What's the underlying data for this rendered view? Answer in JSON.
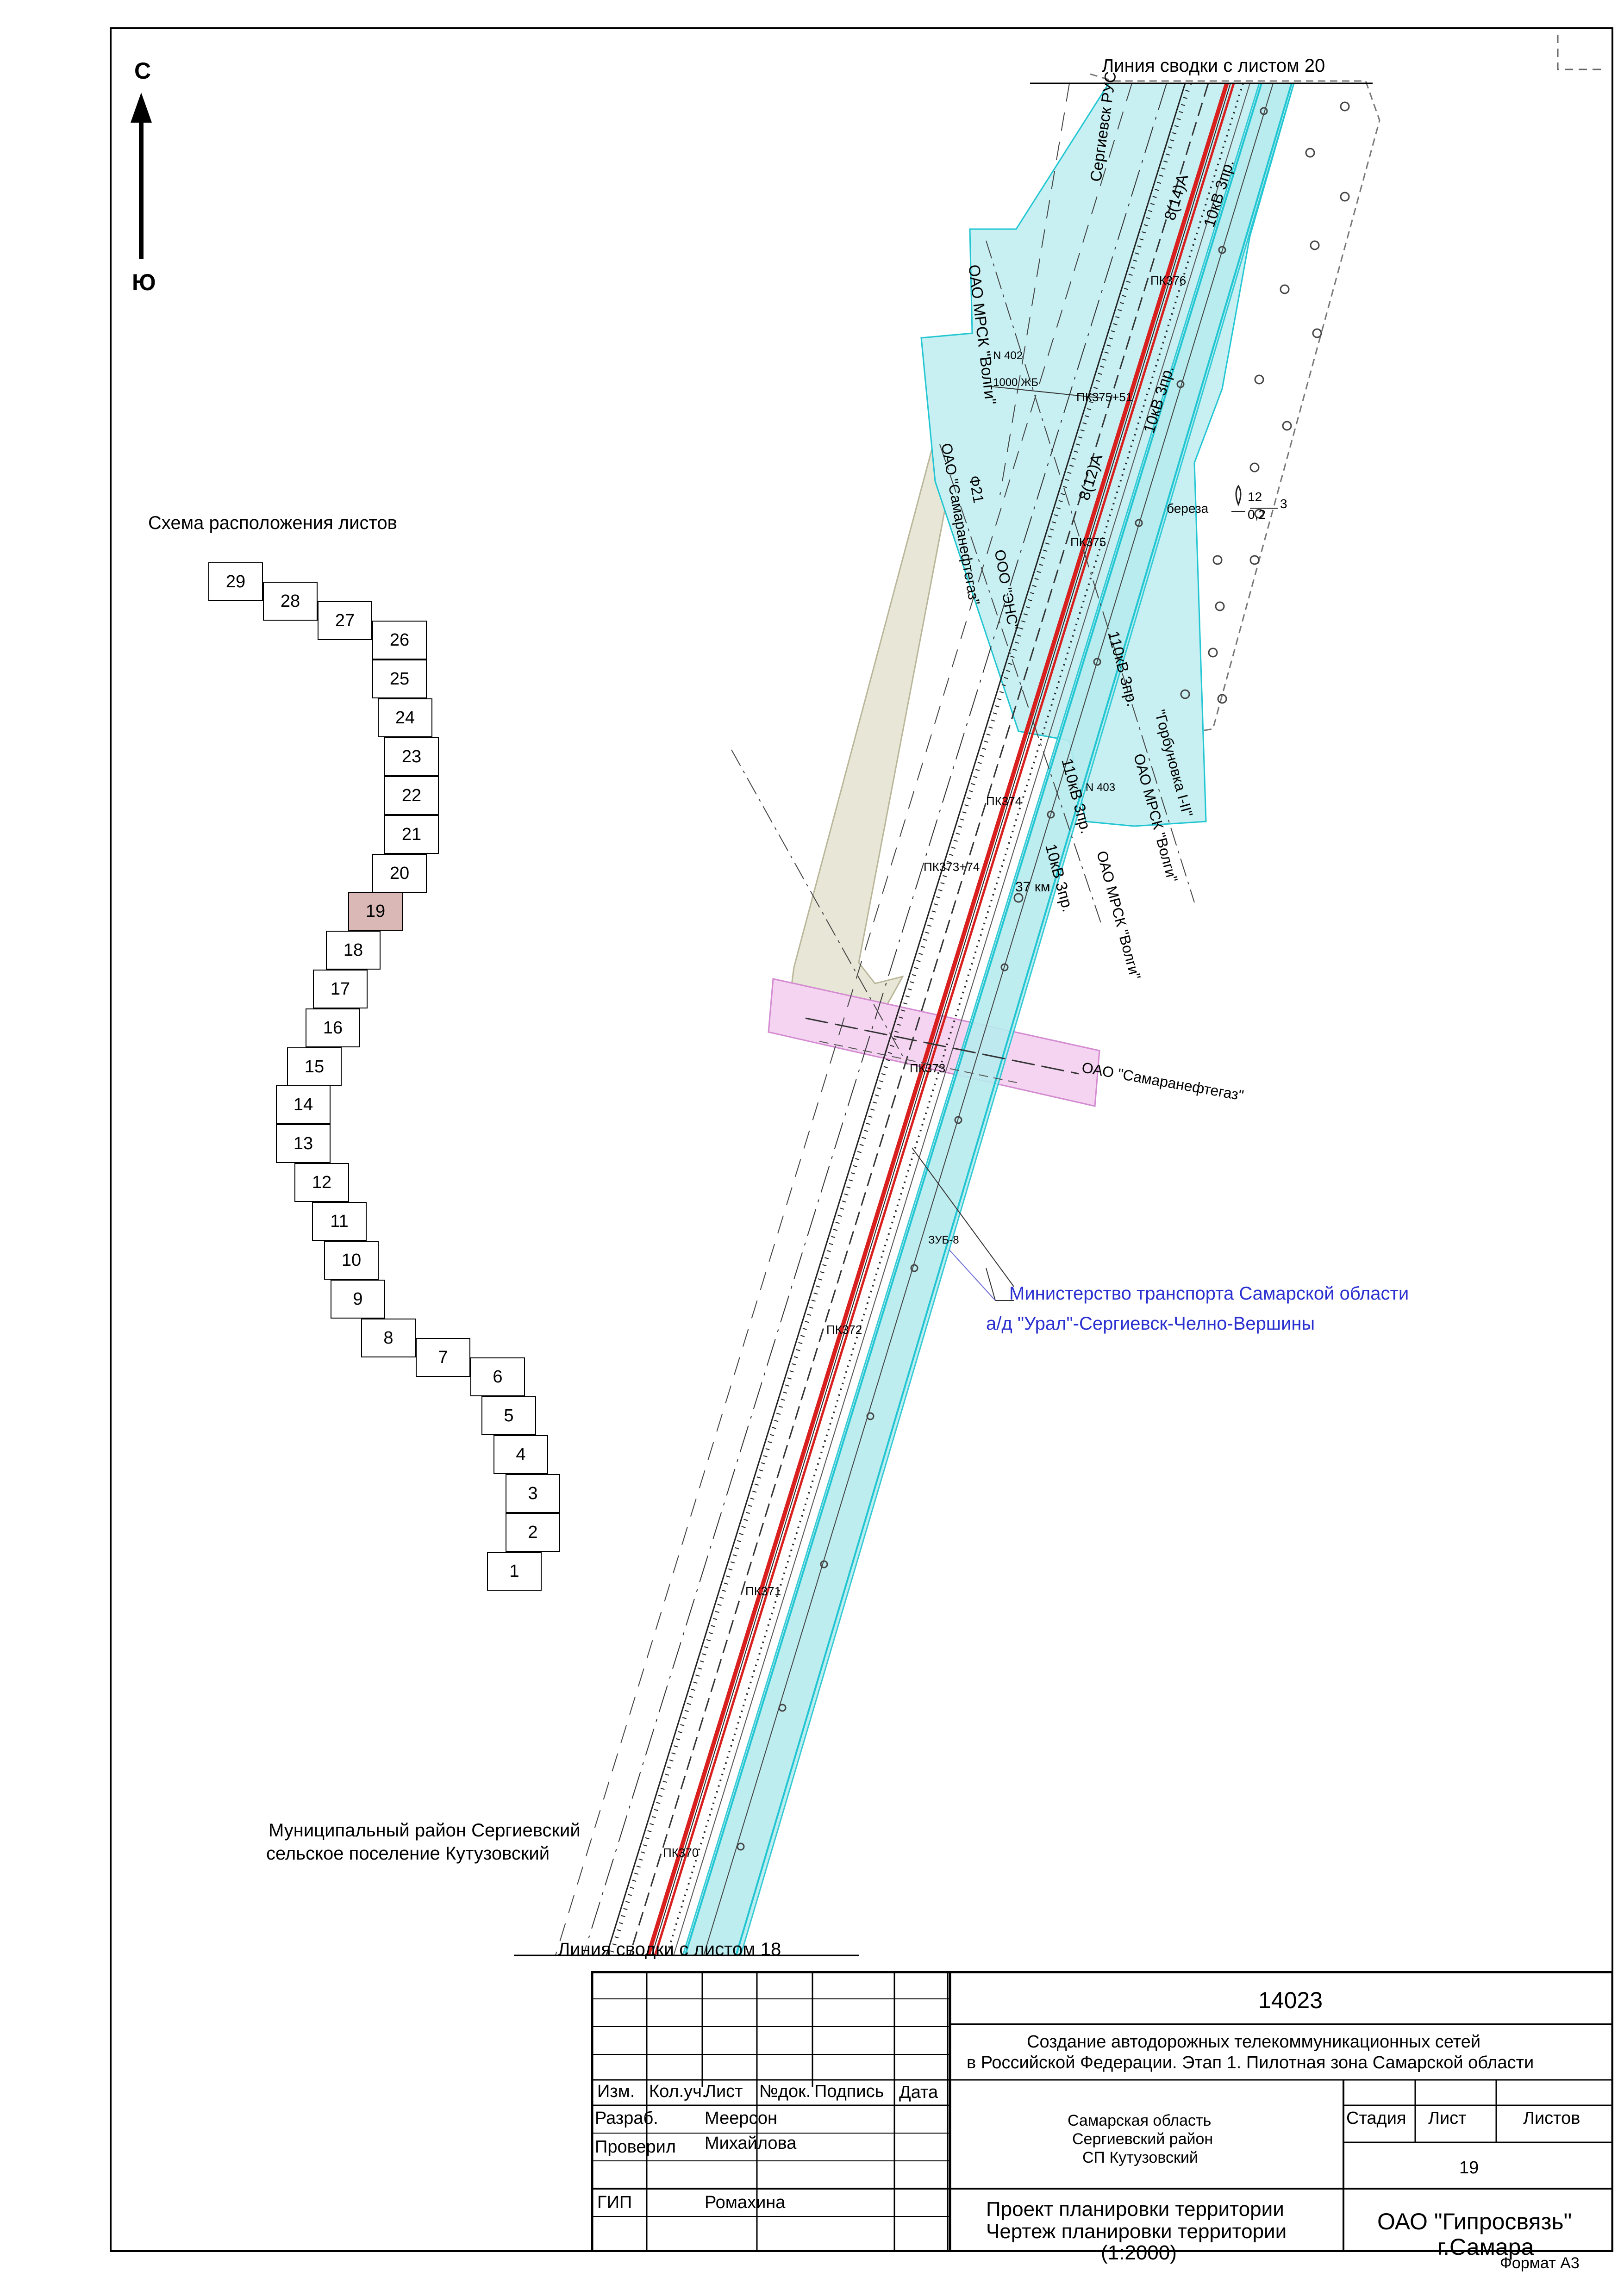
{
  "compass": {
    "north": "С",
    "south": "Ю"
  },
  "match_lines": {
    "top": "Линия сводки с листом 20",
    "bottom": "Линия сводки с листом 18"
  },
  "scheme": {
    "title": "Схема расположения листов",
    "current_sheet": "19",
    "sheets": [
      "29",
      "28",
      "27",
      "26",
      "25",
      "24",
      "23",
      "22",
      "21",
      "20",
      "19",
      "18",
      "17",
      "16",
      "15",
      "14",
      "13",
      "12",
      "11",
      "10",
      "9",
      "8",
      "7",
      "6",
      "5",
      "4",
      "3",
      "2",
      "1"
    ]
  },
  "district": {
    "line1": "Муниципальный район Сергиевский",
    "line2": "сельское поселение Кутузовский"
  },
  "map_labels": {
    "mrsk_volga_1": "ОАО МРСК \"Волги\"",
    "sergievsk_rus": "Сергиевск РУС",
    "cable_8_14": "8(14)А",
    "line_10kv_a": "10кВ 3пр.",
    "pk376": "ПК376",
    "n402": "N 402",
    "zhb1000": "1000 ЖБ",
    "pk375_51": "ПК375+51",
    "line_10kv_b": "10кВ 3пр.",
    "cable_8_12": "8(12)А",
    "f21": "Ф21",
    "samaraneftegaz_v": "ОАО \"Самаранефтегаз\"",
    "ens": "ООО \"ЭНС\"",
    "pk375": "ПК375",
    "bereza": "береза",
    "tree_12": "12",
    "tree_02": "0,2",
    "tree_3": "3",
    "line_110kv_a": "110кВ 3пр.",
    "gorbunovka": "\"Горбуновка I-II\"",
    "mrsk_volga_2": "ОАО МРСК \"Волги\"",
    "n403": "N 403",
    "line_110kv_b": "110кВ 3пр.",
    "pk374": "ПК374",
    "pk373_74": "ПК373+74",
    "km37": "37 км",
    "line_10kv_c": "10кВ 3пр.",
    "mrsk_volga_3": "ОАО МРСК \"Волги\"",
    "samaraneftegaz_h": "ОАО \"Самаранефтегаз\"",
    "pk373": "ПК373",
    "zub8": "ЗУБ-8",
    "ministry": "Министерство транспорта Самарской области",
    "road": "а/д \"Урал\"-Сергиевск-Челно-Вершины",
    "pk372": "ПК372",
    "pk371": "ПК371",
    "pk370": "ПК370"
  },
  "stamp": {
    "doc_code": "14023",
    "project_title_1": "Создание автодорожных телекоммуникационных сетей",
    "project_title_2": "в Российской Федерации. Этап 1. Пилотная зона Самарской области",
    "col_headers": [
      "Изм.",
      "Кол.уч.",
      "Лист",
      "№док.",
      "Подпись",
      "Дата"
    ],
    "roles": [
      {
        "role": "Разраб.",
        "name": "Меерсон"
      },
      {
        "role": "Проверил",
        "name": "Михайлова"
      },
      {
        "role": "ГИП",
        "name": "Ромахина"
      }
    ],
    "location_1": "Самарская область",
    "location_2": "Сергиевский район",
    "location_3": "СП Кутузовский",
    "stage_label": "Стадия",
    "sheet_label": "Лист",
    "sheets_label": "Листов",
    "sheet_number": "19",
    "drawing_1": "Проект планировки территории",
    "drawing_2": "Чертеж планировки территории",
    "drawing_3": "(1:2000)",
    "org_1": "ОАО \"Гипросвязь\"",
    "org_2": "г.Самара",
    "format": "Формат А3"
  },
  "colors": {
    "road_red": "#d9201e",
    "cyan_zone": "#b7ecef",
    "cyan_line": "#22c6d2",
    "beige_zone": "#e8e6d6",
    "pink_zone": "#f5d4f2",
    "blue_text": "#2a2fd0",
    "current_sheet_fill": "#d9b8b6"
  }
}
